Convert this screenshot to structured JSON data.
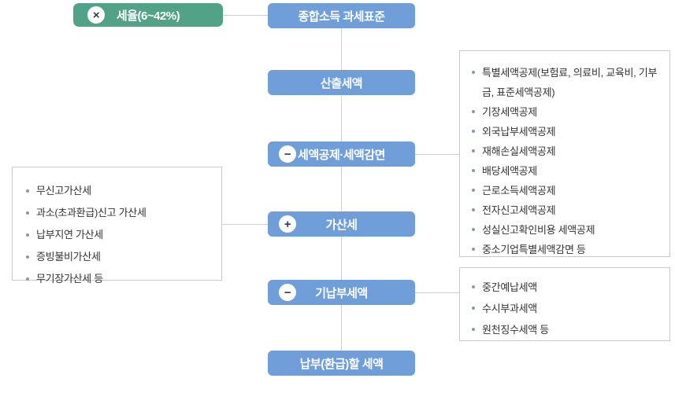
{
  "colors": {
    "node_blue": "#6f9ed8",
    "rate_green": "#52a287",
    "connector_gray": "#cfcfcf",
    "panel_border": "#c9c9c9",
    "list_text": "#333333",
    "bullet": "#8d96ae"
  },
  "flow": {
    "rate_box": {
      "label": "세율(6~42%)",
      "icon": "multiply-icon",
      "icon_glyph": "×"
    },
    "nodes": [
      {
        "id": "base",
        "label": "종합소득 과세표준"
      },
      {
        "id": "calc",
        "label": "산출세액"
      },
      {
        "id": "credit",
        "label": "세액공제·세액감면",
        "icon": "minus-icon",
        "icon_glyph": "−"
      },
      {
        "id": "penalty",
        "label": "가산세",
        "icon": "plus-icon",
        "icon_glyph": "+"
      },
      {
        "id": "prepaid",
        "label": "기납부세액",
        "icon": "minus-icon",
        "icon_glyph": "−"
      },
      {
        "id": "final",
        "label": "납부(환급)할 세액"
      }
    ]
  },
  "lists": {
    "credits": {
      "items": [
        "특별세액공제(보험료, 의료비, 교육비, 기부금, 표준세액공제)",
        "기장세액공제",
        "외국납부세액공제",
        "재해손실세액공제",
        "배당세액공제",
        "근로소득세액공제",
        "전자신고세액공제",
        "성실신고확인비용 세액공제",
        "중소기업특별세액감면 등"
      ]
    },
    "penalties": {
      "items": [
        "무신고가산세",
        "과소(초과환급)신고 가산세",
        "납부지연 가산세",
        "증빙불비가산세",
        "무기장가산세 등"
      ]
    },
    "prepaid": {
      "items": [
        "중간예납세액",
        "수시부과세액",
        "원천징수세액 등"
      ]
    }
  }
}
